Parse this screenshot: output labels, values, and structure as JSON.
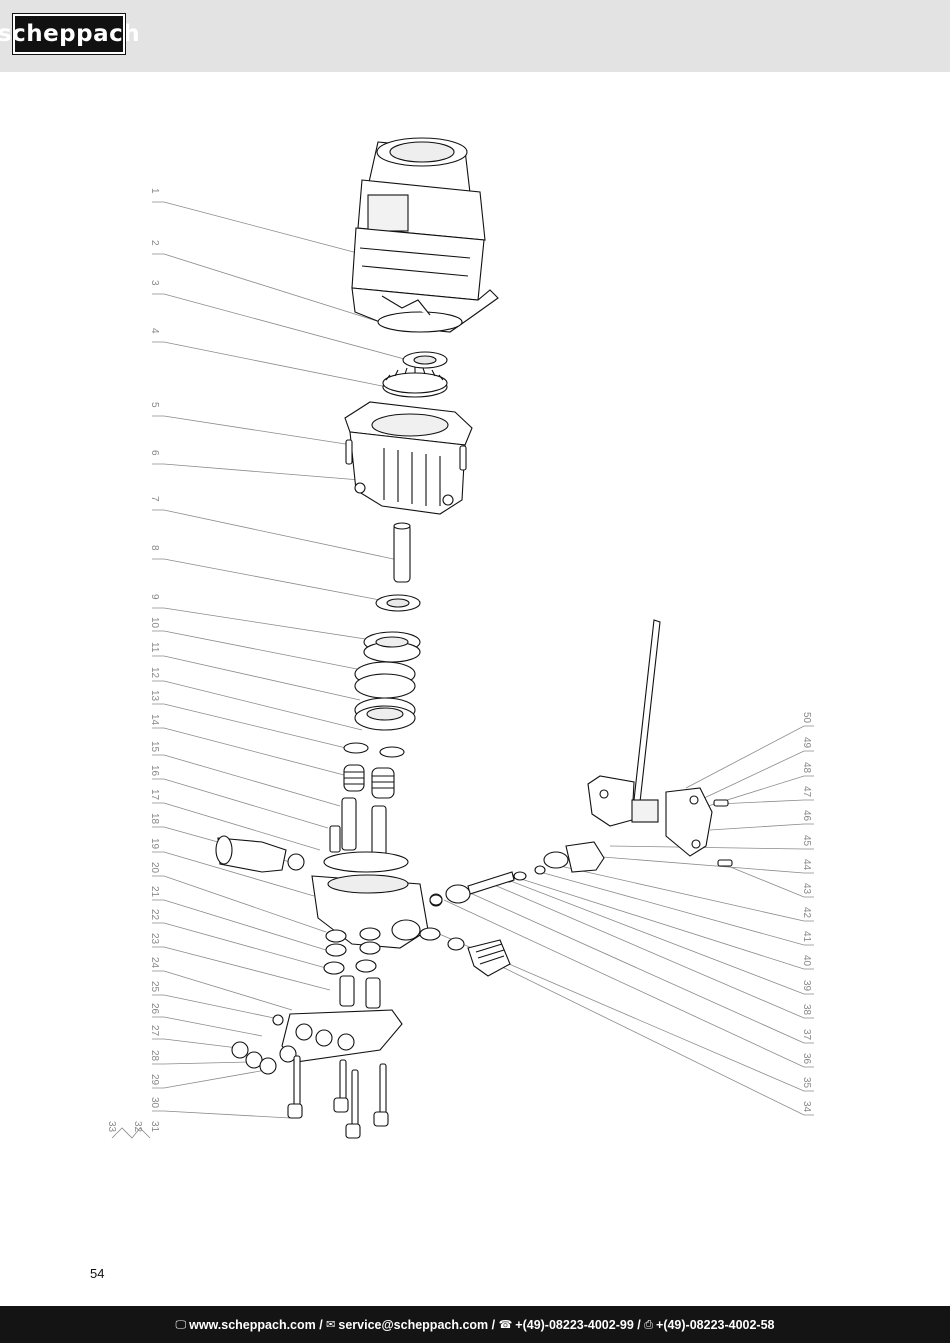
{
  "header": {
    "logo_text": "scheppach"
  },
  "diagram": {
    "left_callouts": [
      "1",
      "2",
      "3",
      "4",
      "5",
      "6",
      "7",
      "8",
      "9",
      "10",
      "11",
      "12",
      "13",
      "14",
      "15",
      "16",
      "17",
      "18",
      "19",
      "20",
      "21",
      "22",
      "23",
      "24",
      "25",
      "26",
      "27",
      "28",
      "29",
      "30",
      "31",
      "32",
      "33"
    ],
    "right_callouts": [
      "50",
      "49",
      "48",
      "47",
      "46",
      "45",
      "44",
      "43",
      "42",
      "41",
      "40",
      "39",
      "38",
      "37",
      "36",
      "35",
      "34"
    ]
  },
  "page": {
    "number": "54"
  },
  "footer": {
    "website": "www.scheppach.com",
    "email": "service@scheppach.com",
    "phone": "+(49)-08223-4002-99",
    "fax": "+(49)-08223-4002-58",
    "separator": " / ",
    "icons": {
      "website": "computer-icon",
      "email": "email-icon",
      "phone": "phone-icon",
      "fax": "fax-icon"
    }
  },
  "colors": {
    "header_bg": "#e3e3e3",
    "footer_bg": "#141414",
    "line": "#111111",
    "leader": "#8a8a8a"
  }
}
